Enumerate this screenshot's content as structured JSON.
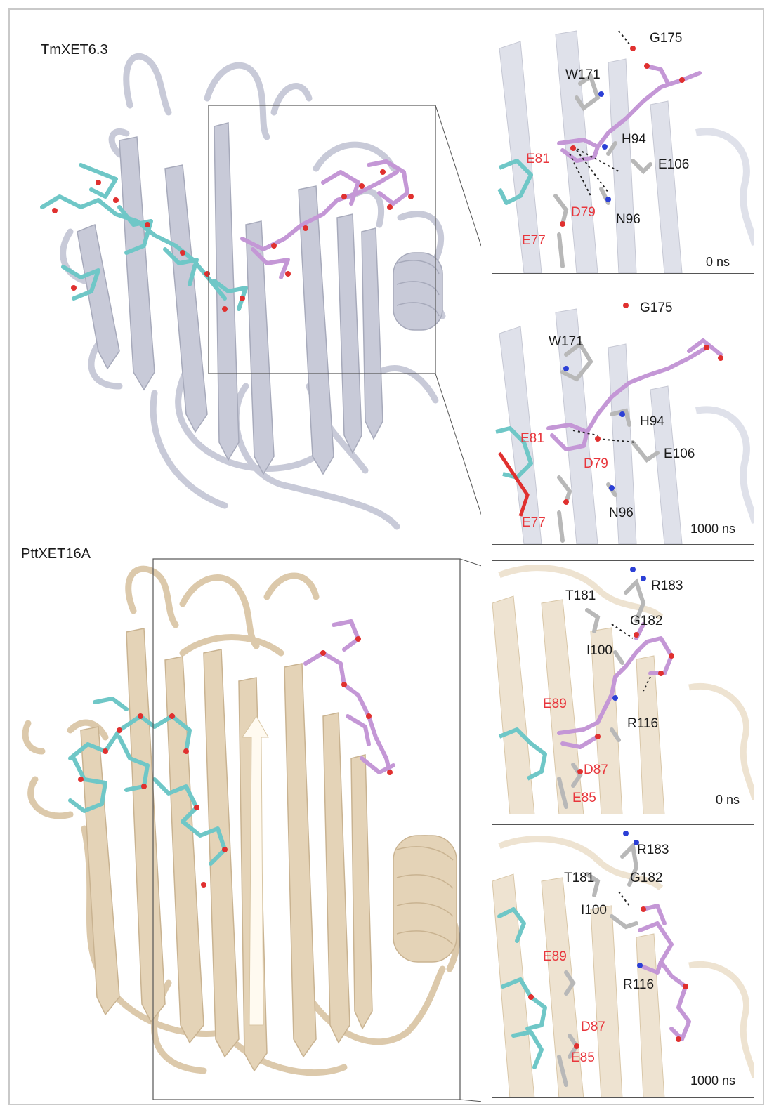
{
  "colors": {
    "protein_top": "#c8cad8",
    "protein_bottom": "#dcc9ab",
    "ligand_cyan": "#6fc7c7",
    "ligand_pink": "#c497d6",
    "oxygen": "#e0302f",
    "nitrogen": "#2b3fd6",
    "residue_label_red": "#e8363c"
  },
  "panels": {
    "top": {
      "title": "TmXET6.3",
      "inset_0": {
        "time": "0 ns",
        "labels": {
          "g175": "G175",
          "w171": "W171",
          "h94": "H94",
          "e81": "E81",
          "e106": "E106",
          "d79": "D79",
          "n96": "N96",
          "e77": "E77"
        }
      },
      "inset_1000": {
        "time": "1000 ns",
        "labels": {
          "g175": "G175",
          "w171": "W171",
          "h94": "H94",
          "e81": "E81",
          "d79": "D79",
          "e106": "E106",
          "n96": "N96",
          "e77": "E77"
        }
      }
    },
    "bottom": {
      "title": "PttXET16A",
      "inset_0": {
        "time": "0 ns",
        "labels": {
          "r183": "R183",
          "t181": "T181",
          "g182": "G182",
          "i100": "I100",
          "e89": "E89",
          "r116": "R116",
          "d87": "D87",
          "e85": "E85"
        }
      },
      "inset_1000": {
        "time": "1000 ns",
        "labels": {
          "r183": "R183",
          "t181": "T181",
          "g182": "G182",
          "i100": "I100",
          "e89": "E89",
          "r116": "R116",
          "d87": "D87",
          "e85": "E85"
        }
      }
    }
  }
}
